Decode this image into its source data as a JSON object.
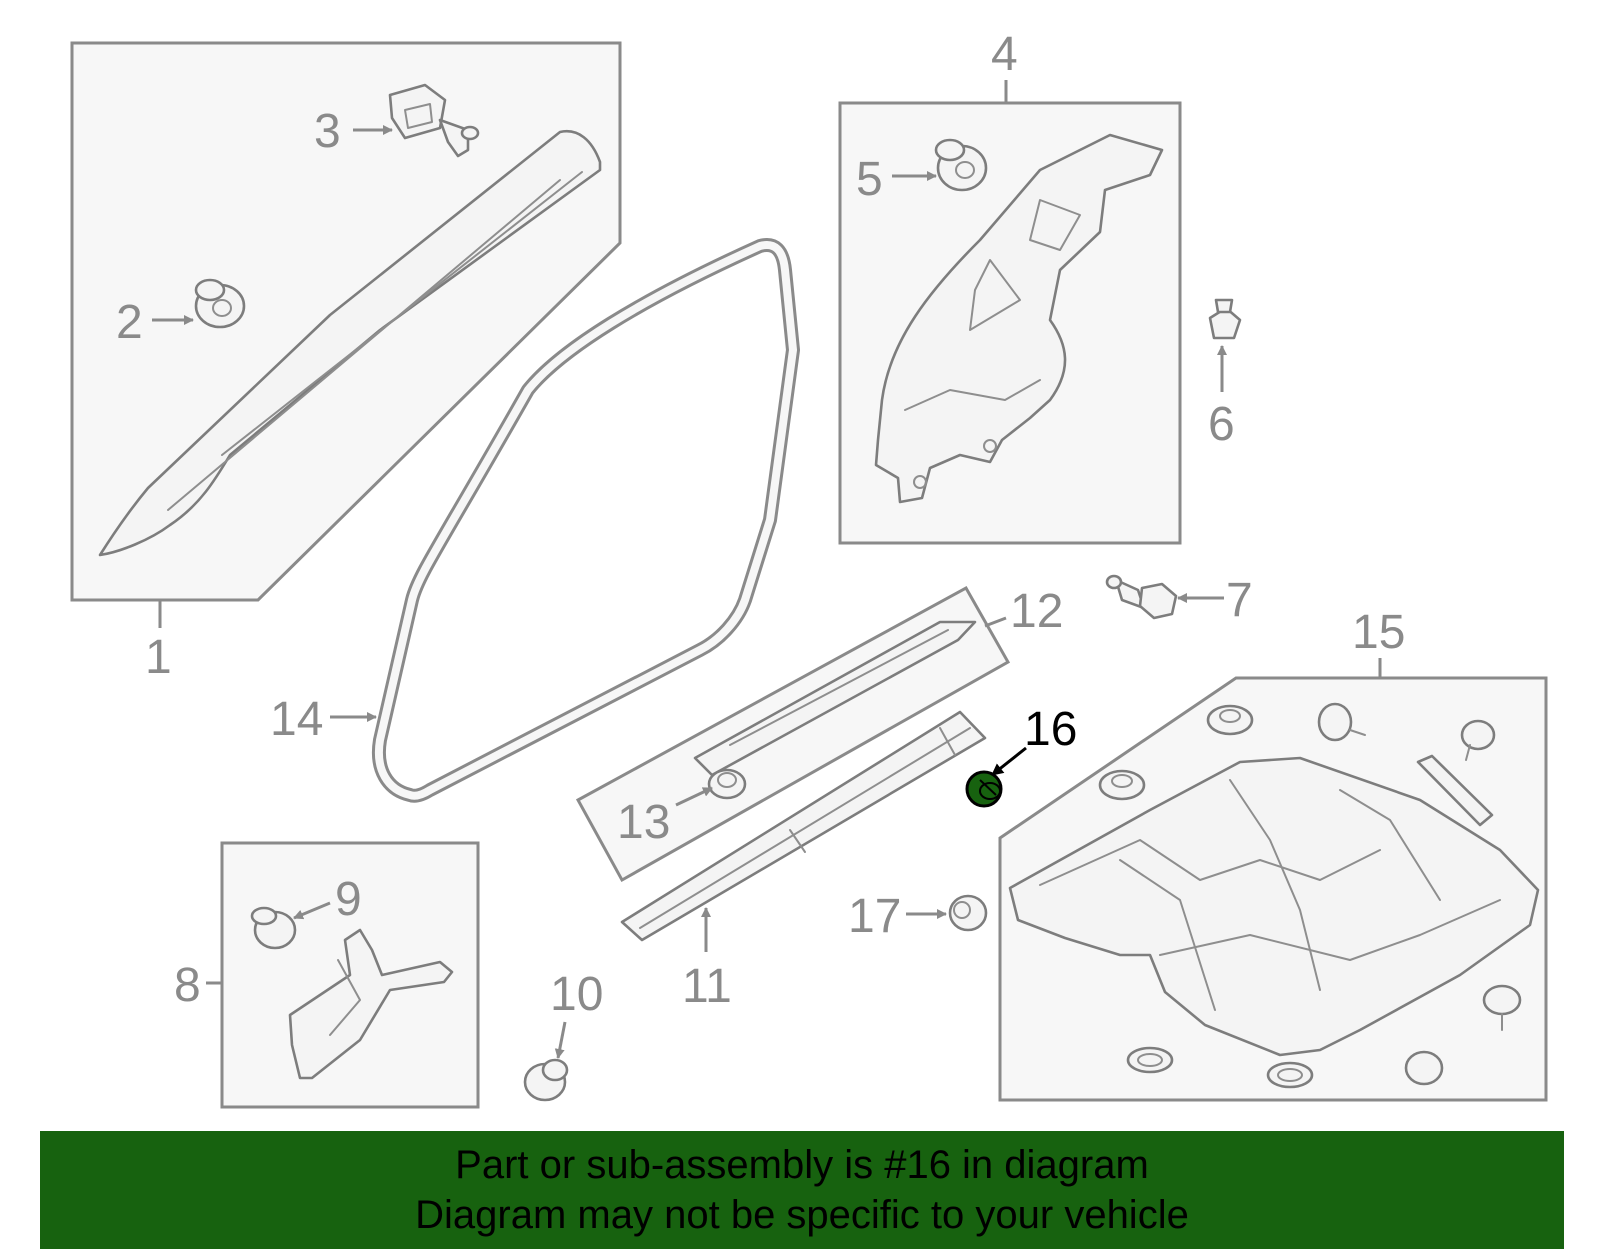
{
  "callouts": {
    "c1": "1",
    "c2": "2",
    "c3": "3",
    "c4": "4",
    "c5": "5",
    "c6": "6",
    "c7": "7",
    "c8": "8",
    "c9": "9",
    "c10": "10",
    "c11": "11",
    "c12": "12",
    "c13": "13",
    "c14": "14",
    "c15": "15",
    "c16": "16",
    "c17": "17"
  },
  "highlight": {
    "callout": "16",
    "color": "#17620f"
  },
  "colors": {
    "line": "#8a8a8a",
    "box_fill": "#f7f7f7",
    "banner": "#17620f"
  },
  "banner": {
    "line1": "Part or sub-assembly is #16 in diagram",
    "line2": "Diagram may not be specific to your vehicle"
  }
}
